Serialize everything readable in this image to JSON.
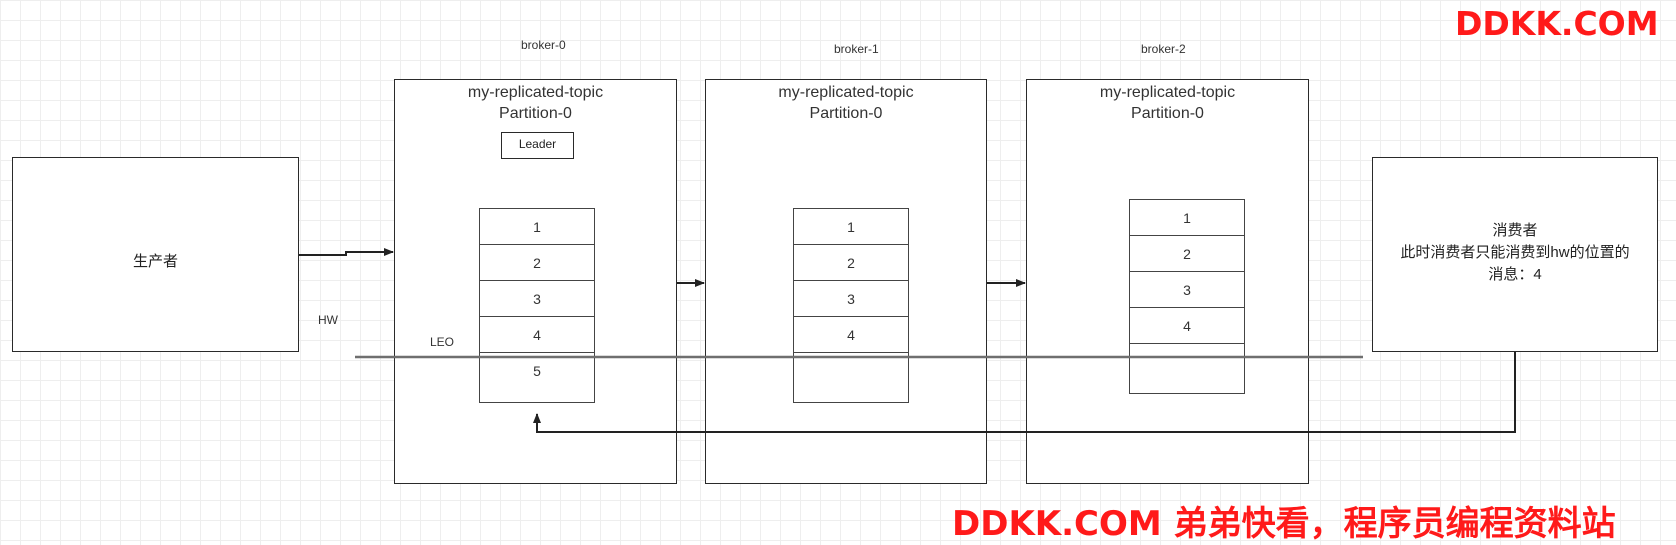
{
  "watermark": {
    "top": "DDKK.COM",
    "bottom": "DDKK.COM 弟弟快看，程序员编程资料站"
  },
  "producer": {
    "label": "生产者"
  },
  "labels": {
    "hw": "HW",
    "leo": "LEO"
  },
  "brokers": [
    {
      "name": "broker-0",
      "topic": "my-replicated-topic",
      "partition": "Partition-0",
      "badge": "Leader",
      "cells": [
        "1",
        "2",
        "3",
        "4",
        "5"
      ]
    },
    {
      "name": "broker-1",
      "topic": "my-replicated-topic",
      "partition": "Partition-0",
      "cells": [
        "1",
        "2",
        "3",
        "4",
        ""
      ]
    },
    {
      "name": "broker-2",
      "topic": "my-replicated-topic",
      "partition": "Partition-0",
      "cells": [
        "1",
        "2",
        "3",
        "4",
        ""
      ]
    }
  ],
  "consumer": {
    "line1": "消费者",
    "line2": "此时消费者只能消费到hw的位置的",
    "line3": "消息：4"
  }
}
